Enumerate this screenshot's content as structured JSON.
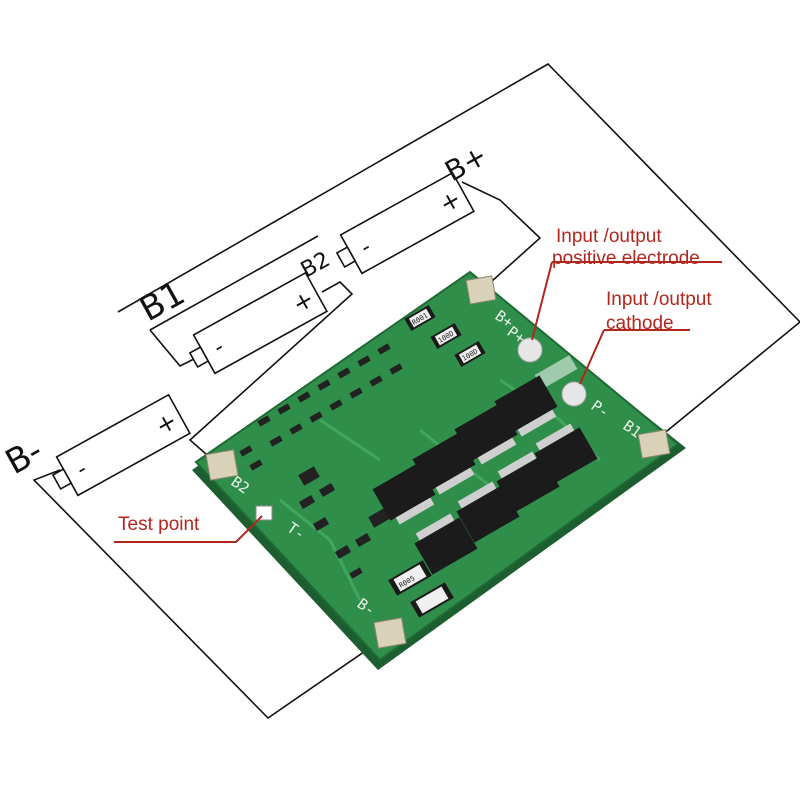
{
  "batteries": {
    "cell_b1": {
      "plus": "+",
      "minus": "-"
    },
    "cell_b2": {
      "plus": "+",
      "minus": "-"
    },
    "cell_b3": {
      "plus": "+",
      "minus": "-"
    }
  },
  "wire_labels": {
    "b_minus": "B-",
    "b1": "B1",
    "b2": "B2",
    "b_plus": "B+"
  },
  "callouts": {
    "positive_line1": "Input /output",
    "positive_line2": "positive electrode",
    "cathode_line1": "Input /output",
    "cathode_line2": "cathode",
    "test_point": "Test point"
  },
  "pcb": {
    "silk_b_plus": "B+",
    "silk_p_plus": "P+",
    "silk_p_minus": "P-",
    "silk_b1": "B1",
    "silk_b2": "B2",
    "silk_b_minus": "B-",
    "silk_t": "T-",
    "res_top_1": "R001",
    "res_top_2": "100D",
    "res_top_3": "100D",
    "res_bottom": "R005",
    "colors": {
      "board": "#2f8f4a",
      "trace": "#3fa65b",
      "pad": "#d9d2b8"
    }
  },
  "colors": {
    "wire": "#111111",
    "callout": "#b3261e"
  }
}
